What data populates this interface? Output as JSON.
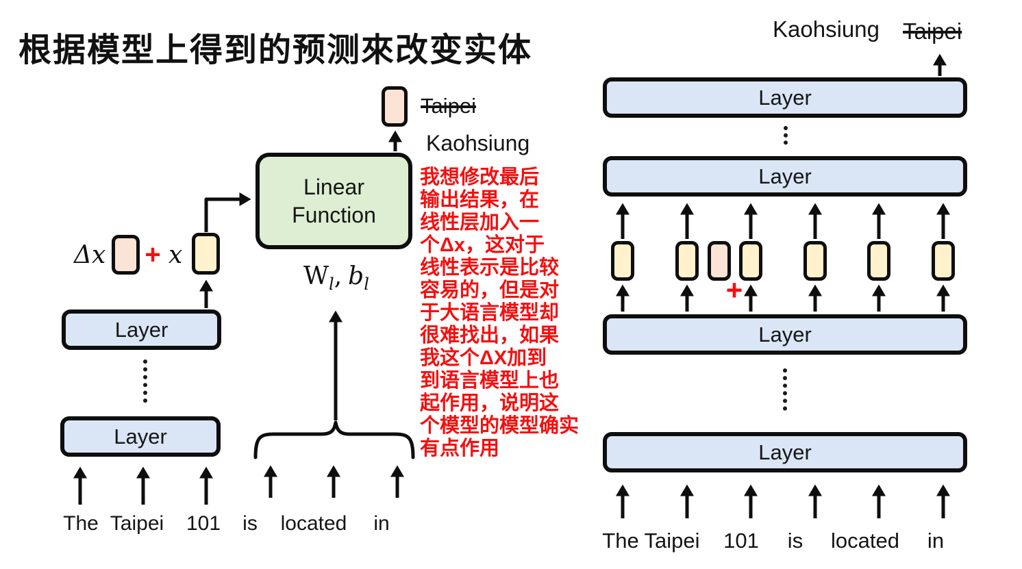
{
  "title": "根据模型上得到的预测來改变实体",
  "labels": {
    "layer": "Layer",
    "linear_line1": "Linear",
    "linear_line2": "Function"
  },
  "math": {
    "delta_x": "Δx",
    "plus": "+",
    "x": "x",
    "w_base": "W",
    "w_sub": "l",
    "comma": ",",
    "b_base": "b",
    "b_sub": "l"
  },
  "prediction": {
    "old_label": "Taipei",
    "new_label": "Kaohsiung"
  },
  "top_right": {
    "new_label": "Kaohsiung",
    "old_label": "Taipei"
  },
  "sentence": [
    "The",
    "Taipei",
    "101",
    "is",
    "located",
    "in"
  ],
  "annotation": {
    "lines": [
      "我想修改最后",
      "输出结果，在",
      "线性层加入一",
      "个Δx，这对于",
      "线性表示是比较",
      "容易的，但是对",
      "于大语言模型却",
      "很难找出，如果",
      "我这个ΔX加到",
      "到语言模型上也",
      "起作用，说明这",
      "个模型的模型确实",
      "有点作用"
    ]
  },
  "colors": {
    "layer_blue": "#dae6f5",
    "function_green": "#ddeed2",
    "token_yellow": "#fff2cc",
    "token_pink": "#fbe3d5",
    "annotation_red": "#f50f0f",
    "outline_black": "#0e0e0e"
  }
}
